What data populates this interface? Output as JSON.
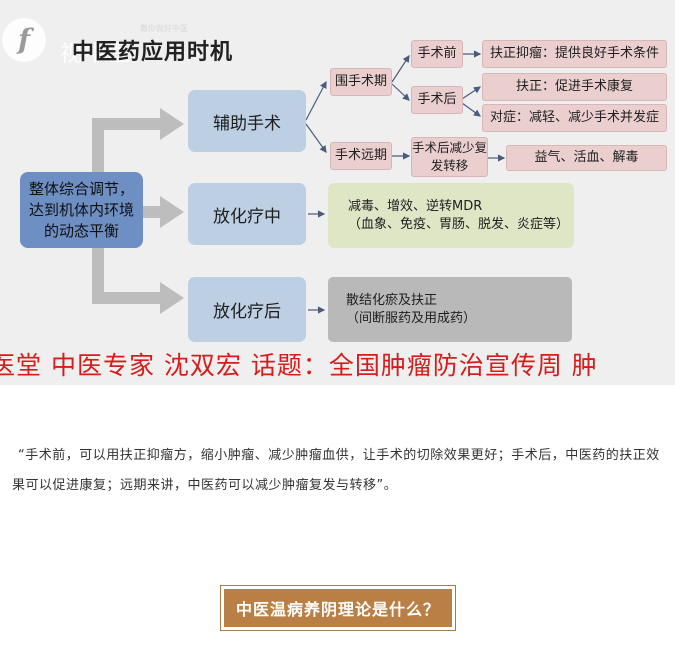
{
  "watermark": {
    "small_text": "教你做好中医",
    "name_text": "视中医"
  },
  "slide": {
    "title": "中医药应用时机",
    "root_box": "整体综合调节，达到机体内环境的动态平衡",
    "stage_1": "辅助手术",
    "stage_2": "放化疗中",
    "stage_3": "放化疗后",
    "peri_op": "围手术期",
    "long_term": "手术远期",
    "pre_op": "手术前",
    "post_op": "手术后",
    "pre_op_detail": "扶正抑瘤：提供良好手术条件",
    "post_op_detail_1": "扶正：促进手术康复",
    "post_op_detail_2": "对症：减轻、减少手术并发症",
    "long_term_goal": "手术后减少复发转移",
    "long_term_detail": "益气、活血、解毒",
    "chemo_detail_line1": "减毒、增效、逆转MDR",
    "chemo_detail_line2": "（血象、免疫、胃肠、脱发、炎症等）",
    "after_detail_line1": "散结化瘀及扶正",
    "after_detail_line2": "（间断服药及用成药）",
    "ticker": "医堂 中医专家 沈双宏 话题：全国肿瘤防治宣传周 肿"
  },
  "article": {
    "quote": "“手术前，可以用扶正抑瘤方，缩小肿瘤、减少肿瘤血供，让手术的切除效果更好；手术后，中医药的扶正效果可以促进康复；远期来讲，中医药可以减少肿瘤复发与转移”。",
    "link_label": "中医温病养阴理论是什么？"
  },
  "colors": {
    "ticker_red": "#d81b1b",
    "button_brown": "#b97f45",
    "root_blue": "#6d8fc4",
    "stage_blue": "#bccfe3",
    "pink_box": "#ebcfcf",
    "green_box": "#dfe6c6",
    "gray_box": "#b9b9b9"
  }
}
